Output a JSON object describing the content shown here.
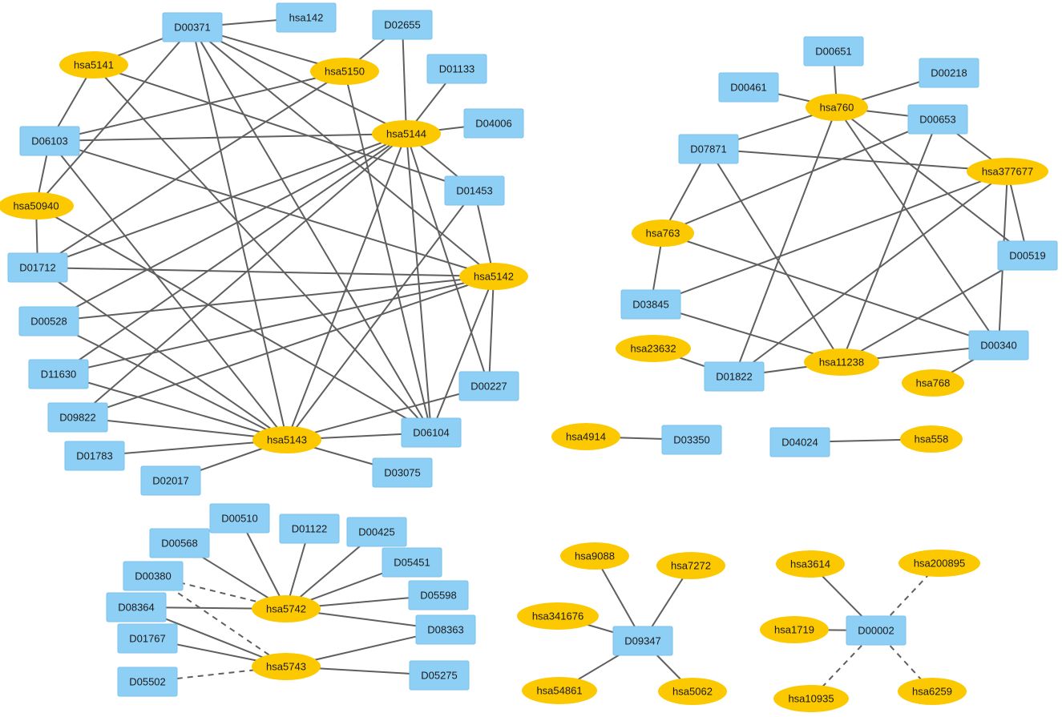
{
  "colors": {
    "drug_fill": "#8ecff5",
    "drug_stroke": "#7cc2ea",
    "gene_fill": "#fcc800",
    "edge": "#5f5f5f"
  },
  "nodes": [
    {
      "id": "D00371",
      "type": "drug"
    },
    {
      "id": "hsa142",
      "type": "drug"
    },
    {
      "id": "D02655",
      "type": "drug"
    },
    {
      "id": "hsa5141",
      "type": "gene"
    },
    {
      "id": "hsa5150",
      "type": "gene"
    },
    {
      "id": "D01133",
      "type": "drug"
    },
    {
      "id": "D04006",
      "type": "drug"
    },
    {
      "id": "hsa5144",
      "type": "gene"
    },
    {
      "id": "D06103",
      "type": "drug"
    },
    {
      "id": "D01453",
      "type": "drug"
    },
    {
      "id": "hsa50940",
      "type": "gene"
    },
    {
      "id": "D01712",
      "type": "drug"
    },
    {
      "id": "hsa5142",
      "type": "gene"
    },
    {
      "id": "D00528",
      "type": "drug"
    },
    {
      "id": "D11630",
      "type": "drug"
    },
    {
      "id": "D00227",
      "type": "drug"
    },
    {
      "id": "D09822",
      "type": "drug"
    },
    {
      "id": "D06104",
      "type": "drug"
    },
    {
      "id": "hsa5143",
      "type": "gene"
    },
    {
      "id": "D01783",
      "type": "drug"
    },
    {
      "id": "D02017",
      "type": "drug"
    },
    {
      "id": "D03075",
      "type": "drug"
    },
    {
      "id": "D00651",
      "type": "drug"
    },
    {
      "id": "D00218",
      "type": "drug"
    },
    {
      "id": "D00461",
      "type": "drug"
    },
    {
      "id": "hsa760",
      "type": "gene"
    },
    {
      "id": "D00653",
      "type": "drug"
    },
    {
      "id": "D07871",
      "type": "drug"
    },
    {
      "id": "hsa377677",
      "type": "gene"
    },
    {
      "id": "hsa763",
      "type": "gene"
    },
    {
      "id": "D00519",
      "type": "drug"
    },
    {
      "id": "D03845",
      "type": "drug"
    },
    {
      "id": "hsa23632",
      "type": "gene"
    },
    {
      "id": "D00340",
      "type": "drug"
    },
    {
      "id": "hsa11238",
      "type": "gene"
    },
    {
      "id": "D01822",
      "type": "drug"
    },
    {
      "id": "hsa768",
      "type": "gene"
    },
    {
      "id": "hsa4914",
      "type": "gene"
    },
    {
      "id": "D03350",
      "type": "drug"
    },
    {
      "id": "D04024",
      "type": "drug"
    },
    {
      "id": "hsa558",
      "type": "gene"
    },
    {
      "id": "D00510",
      "type": "drug"
    },
    {
      "id": "D01122",
      "type": "drug"
    },
    {
      "id": "D00425",
      "type": "drug"
    },
    {
      "id": "D00568",
      "type": "drug"
    },
    {
      "id": "D05451",
      "type": "drug"
    },
    {
      "id": "D00380",
      "type": "drug"
    },
    {
      "id": "D05598",
      "type": "drug"
    },
    {
      "id": "D08364",
      "type": "drug"
    },
    {
      "id": "hsa5742",
      "type": "gene"
    },
    {
      "id": "D08363",
      "type": "drug"
    },
    {
      "id": "D01767",
      "type": "drug"
    },
    {
      "id": "hsa5743",
      "type": "gene"
    },
    {
      "id": "D05275",
      "type": "drug"
    },
    {
      "id": "D05502",
      "type": "drug"
    },
    {
      "id": "hsa9088",
      "type": "gene"
    },
    {
      "id": "hsa7272",
      "type": "gene"
    },
    {
      "id": "hsa341676",
      "type": "gene"
    },
    {
      "id": "D09347",
      "type": "drug"
    },
    {
      "id": "hsa54861",
      "type": "gene"
    },
    {
      "id": "hsa5062",
      "type": "gene"
    },
    {
      "id": "hsa3614",
      "type": "gene"
    },
    {
      "id": "hsa200895",
      "type": "gene"
    },
    {
      "id": "hsa1719",
      "type": "gene"
    },
    {
      "id": "D00002",
      "type": "drug"
    },
    {
      "id": "hsa10935",
      "type": "gene"
    },
    {
      "id": "hsa6259",
      "type": "gene"
    }
  ],
  "edges": [
    {
      "source": "D00371",
      "target": "hsa142"
    },
    {
      "source": "D00371",
      "target": "hsa5141"
    },
    {
      "source": "D00371",
      "target": "hsa5150"
    },
    {
      "source": "D00371",
      "target": "hsa5144"
    },
    {
      "source": "D00371",
      "target": "hsa5142"
    },
    {
      "source": "D00371",
      "target": "hsa5143"
    },
    {
      "source": "D00371",
      "target": "hsa50940"
    },
    {
      "source": "D00371",
      "target": "D06104"
    },
    {
      "source": "hsa5141",
      "target": "D06103"
    },
    {
      "source": "hsa5141",
      "target": "D01453"
    },
    {
      "source": "hsa5141",
      "target": "D06104"
    },
    {
      "source": "hsa5150",
      "target": "D02655"
    },
    {
      "source": "hsa5150",
      "target": "D06103"
    },
    {
      "source": "hsa5150",
      "target": "D01712"
    },
    {
      "source": "hsa5150",
      "target": "D06104"
    },
    {
      "source": "hsa5144",
      "target": "D02655"
    },
    {
      "source": "hsa5144",
      "target": "D01133"
    },
    {
      "source": "hsa5144",
      "target": "D04006"
    },
    {
      "source": "hsa5144",
      "target": "D06103"
    },
    {
      "source": "hsa5144",
      "target": "D01453"
    },
    {
      "source": "hsa5144",
      "target": "D01712"
    },
    {
      "source": "hsa5144",
      "target": "D00528"
    },
    {
      "source": "hsa5144",
      "target": "D11630"
    },
    {
      "source": "hsa5144",
      "target": "D09822"
    },
    {
      "source": "hsa5144",
      "target": "D06104"
    },
    {
      "source": "hsa5144",
      "target": "D00227"
    },
    {
      "source": "hsa5144",
      "target": "hsa5143"
    },
    {
      "source": "D06103",
      "target": "hsa50940"
    },
    {
      "source": "D06103",
      "target": "hsa5142"
    },
    {
      "source": "D06103",
      "target": "hsa5143"
    },
    {
      "source": "D01453",
      "target": "hsa5142"
    },
    {
      "source": "D01453",
      "target": "hsa5143"
    },
    {
      "source": "hsa50940",
      "target": "D01712"
    },
    {
      "source": "hsa50940",
      "target": "D06104"
    },
    {
      "source": "D01712",
      "target": "hsa5142"
    },
    {
      "source": "D01712",
      "target": "hsa5143"
    },
    {
      "source": "hsa5142",
      "target": "D00528"
    },
    {
      "source": "hsa5142",
      "target": "D11630"
    },
    {
      "source": "hsa5142",
      "target": "D09822"
    },
    {
      "source": "hsa5142",
      "target": "D00227"
    },
    {
      "source": "hsa5142",
      "target": "D06104"
    },
    {
      "source": "D00528",
      "target": "hsa5143"
    },
    {
      "source": "D11630",
      "target": "hsa5143"
    },
    {
      "source": "D09822",
      "target": "hsa5143"
    },
    {
      "source": "D00227",
      "target": "hsa5143"
    },
    {
      "source": "D06104",
      "target": "hsa5143"
    },
    {
      "source": "D01783",
      "target": "hsa5143"
    },
    {
      "source": "D02017",
      "target": "hsa5143"
    },
    {
      "source": "D03075",
      "target": "hsa5143"
    },
    {
      "source": "hsa760",
      "target": "D00651"
    },
    {
      "source": "hsa760",
      "target": "D00218"
    },
    {
      "source": "hsa760",
      "target": "D00461"
    },
    {
      "source": "hsa760",
      "target": "D00653"
    },
    {
      "source": "hsa760",
      "target": "D07871"
    },
    {
      "source": "hsa760",
      "target": "D00519"
    },
    {
      "source": "hsa760",
      "target": "D00340"
    },
    {
      "source": "hsa760",
      "target": "D01822"
    },
    {
      "source": "D00653",
      "target": "hsa377677"
    },
    {
      "source": "D00653",
      "target": "hsa763"
    },
    {
      "source": "D00653",
      "target": "hsa11238"
    },
    {
      "source": "D07871",
      "target": "hsa377677"
    },
    {
      "source": "D07871",
      "target": "hsa763"
    },
    {
      "source": "D07871",
      "target": "hsa11238"
    },
    {
      "source": "hsa377677",
      "target": "D00519"
    },
    {
      "source": "hsa377677",
      "target": "D00340"
    },
    {
      "source": "hsa377677",
      "target": "D03845"
    },
    {
      "source": "hsa377677",
      "target": "D01822"
    },
    {
      "source": "hsa763",
      "target": "D03845"
    },
    {
      "source": "hsa763",
      "target": "D00340"
    },
    {
      "source": "D00519",
      "target": "hsa11238"
    },
    {
      "source": "D03845",
      "target": "hsa11238"
    },
    {
      "source": "D00340",
      "target": "hsa11238"
    },
    {
      "source": "D00340",
      "target": "hsa768"
    },
    {
      "source": "hsa11238",
      "target": "D01822"
    },
    {
      "source": "hsa23632",
      "target": "D01822"
    },
    {
      "source": "hsa4914",
      "target": "D03350"
    },
    {
      "source": "D04024",
      "target": "hsa558"
    },
    {
      "source": "hsa5742",
      "target": "D00510"
    },
    {
      "source": "hsa5742",
      "target": "D01122"
    },
    {
      "source": "hsa5742",
      "target": "D00425"
    },
    {
      "source": "hsa5742",
      "target": "D00568"
    },
    {
      "source": "hsa5742",
      "target": "D05451"
    },
    {
      "source": "hsa5742",
      "target": "D00380",
      "dashed": true
    },
    {
      "source": "hsa5742",
      "target": "D05598"
    },
    {
      "source": "hsa5742",
      "target": "D08364"
    },
    {
      "source": "hsa5742",
      "target": "D08363"
    },
    {
      "source": "hsa5743",
      "target": "D00380",
      "dashed": true
    },
    {
      "source": "hsa5743",
      "target": "D08364"
    },
    {
      "source": "hsa5743",
      "target": "D01767"
    },
    {
      "source": "hsa5743",
      "target": "D08363"
    },
    {
      "source": "hsa5743",
      "target": "D05275"
    },
    {
      "source": "hsa5743",
      "target": "D05502",
      "dashed": true
    },
    {
      "source": "D09347",
      "target": "hsa9088"
    },
    {
      "source": "D09347",
      "target": "hsa7272"
    },
    {
      "source": "D09347",
      "target": "hsa341676"
    },
    {
      "source": "D09347",
      "target": "hsa54861"
    },
    {
      "source": "D09347",
      "target": "hsa5062"
    },
    {
      "source": "D00002",
      "target": "hsa3614"
    },
    {
      "source": "D00002",
      "target": "hsa200895",
      "dashed": true
    },
    {
      "source": "D00002",
      "target": "hsa1719"
    },
    {
      "source": "D00002",
      "target": "hsa10935",
      "dashed": true
    },
    {
      "source": "D00002",
      "target": "hsa6259",
      "dashed": true
    }
  ]
}
